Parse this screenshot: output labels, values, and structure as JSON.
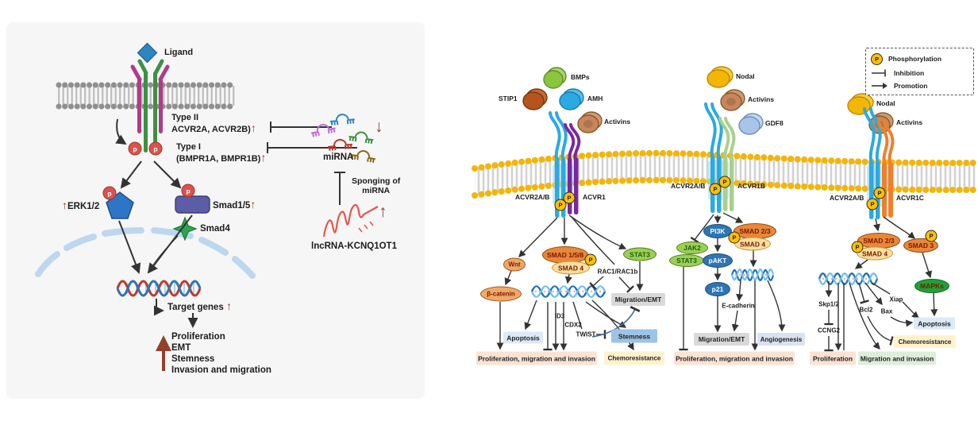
{
  "left": {
    "ligand": "Ligand",
    "p": "p",
    "up": "↑",
    "down": "↓",
    "type2": {
      "line1": "Type II",
      "line2": "ACVR2A, ACVR2B)"
    },
    "type1": {
      "line1": "Type I",
      "line2": "(BMPR1A, BMPR1B)"
    },
    "erk": "ERK1/2",
    "smad15": "Smad1/5",
    "smad4": "Smad4",
    "target_genes": "Target genes",
    "outcomes": [
      "Proliferation",
      "EMT",
      "Stemness",
      "Invasion and migration"
    ],
    "mirna": "miRNA",
    "sponging1": "Sponging of",
    "sponging2": "miRNA",
    "lncrna": "lncRNA-KCNQ1OT1"
  },
  "right": {
    "legend": {
      "p": "P",
      "phosphorylation": "Phosphorylation",
      "inhibition": "Inhibition",
      "promotion": "Promotion"
    },
    "g1": {
      "ligands": {
        "bmps": "BMPs",
        "stip1": "STIP1",
        "amh": "AMH",
        "activins": "Activins"
      },
      "r2": "ACVR2A/B",
      "r1": "ACVR1",
      "wnt": "Wnt",
      "smad158": "SMAD 1/5/8",
      "smad4": "SMAD 4",
      "stat3": "STAT3",
      "rac": "RAC1/RAC1b",
      "bcat": "β-catenin",
      "id3": "ID3",
      "cdx2": "CDX2",
      "twist": "TWIST",
      "apoptosis": "Apoptosis",
      "memt": "Migration/EMT",
      "stemness": "Stemness",
      "pmi": "Proliferation, migration and invasion",
      "chemo": "Chemoresistance"
    },
    "g2": {
      "ligands": {
        "nodal": "Nodal",
        "activins": "Activins",
        "gdf8": "GDF8"
      },
      "r2": "ACVR2A/B",
      "r1": "ACVR1B",
      "pi3k": "PI3K",
      "jak2": "JAK2",
      "stat3": "STAT3",
      "pakt": "pAKT",
      "p21": "p21",
      "smad23": "SMAD 2/3",
      "smad4": "SMAD 4",
      "ecad": "E-cadherin",
      "memt": "Migration/EMT",
      "angio": "Angiogenesis",
      "pmi": "Proliferation, migration and invasion"
    },
    "g3": {
      "ligands": {
        "nodal": "Nodal",
        "activins": "Activins"
      },
      "r2": "ACVR2A/B",
      "r1": "ACVR1C",
      "smad23": "SMAD 2/3",
      "smad4": "SMAD 4",
      "smad3": "SMAD 3",
      "mapks": "MAPKs",
      "skp": "Skp1/2",
      "ccng2": "CCNG2",
      "bcl2": "Bcl2",
      "bax": "Bax",
      "xiap": "Xiap",
      "apoptosis": "Apoptosis",
      "chemo": "Chemoresistance",
      "prolif": "Proliferation",
      "mi": "Migration and invasion"
    },
    "colors": {
      "arrow_accent": "#93402C",
      "membrane_bead": "#F2B50A",
      "acvr2ab": "#29ABE2",
      "acvr1": "#7A28A0",
      "acvr1b": "#A8D08D",
      "acvr1c": "#F07F29",
      "p_badge": "#FFC000",
      "smad_orange": "#E8873B",
      "smad_cream": "#FBDFA0",
      "kinase_blue": "#2E75B6",
      "stat_green": "#9CD050"
    }
  }
}
